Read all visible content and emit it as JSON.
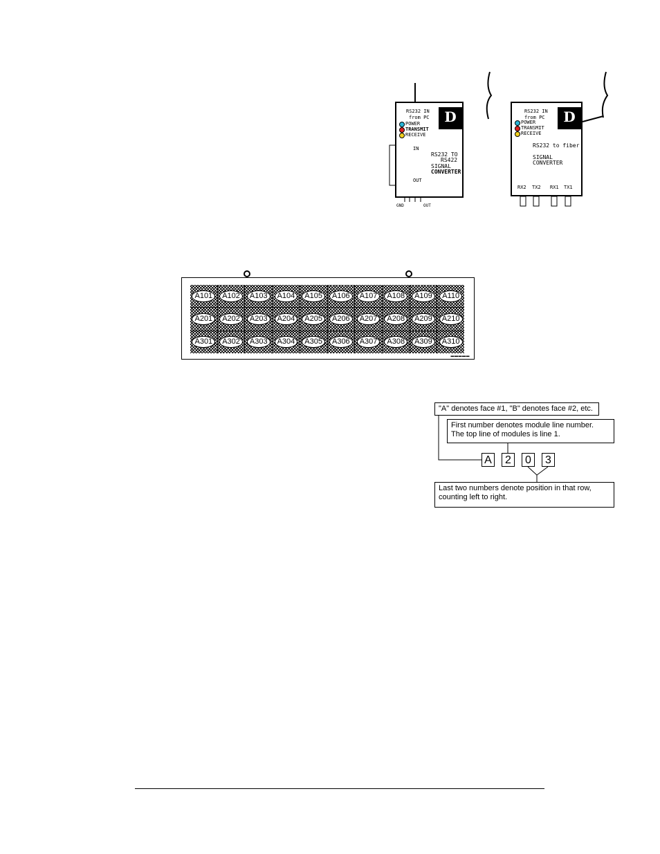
{
  "converter_rs232_rs422": {
    "label_line1": "RS232 IN",
    "label_line2": "from PC",
    "logo_letter": "D",
    "led_power": "POWER",
    "led_transmit": "TRANSMIT",
    "led_receive": "RECEIVE",
    "title_line1": "RS232 TO",
    "title_line2": "RS422",
    "title_line3": "SIGNAL",
    "title_line4": "CONVERTER",
    "in_label": "IN",
    "out_label": "OUT",
    "bottom_left": "GND",
    "bottom_right": "OUT"
  },
  "converter_rs232_fiber": {
    "label_line1": "RS232 IN",
    "label_line2": "from PC",
    "logo_letter": "D",
    "led_power": "POWER",
    "led_transmit": "TRANSMIT",
    "led_receive": "RECEIVE",
    "title_line1": "RS232 to fiber",
    "title_line2": "SIGNAL",
    "title_line3": "CONVERTER",
    "port_rx2": "RX2",
    "port_tx2": "TX2",
    "port_rx1": "RX1",
    "port_tx1": "TX1"
  },
  "sign": {
    "rows": [
      [
        "A101",
        "A102",
        "A103",
        "A104",
        "A105",
        "A106",
        "A107",
        "A108",
        "A109",
        "A110"
      ],
      [
        "A201",
        "A202",
        "A203",
        "A204",
        "A205",
        "A206",
        "A207",
        "A208",
        "A209",
        "A210"
      ],
      [
        "A301",
        "A302",
        "A303",
        "A304",
        "A305",
        "A306",
        "A307",
        "A308",
        "A309",
        "A310"
      ]
    ]
  },
  "legend": {
    "face_text": "\"A\" denotes face #1, \"B\" denotes face #2, etc.",
    "line_text_1": "First number denotes module line number.",
    "line_text_2": "The top line of modules is line 1.",
    "position_text_1": "Last two numbers denote position in that row,",
    "position_text_2": "counting left to right.",
    "digits": [
      "A",
      "2",
      "0",
      "3"
    ]
  }
}
